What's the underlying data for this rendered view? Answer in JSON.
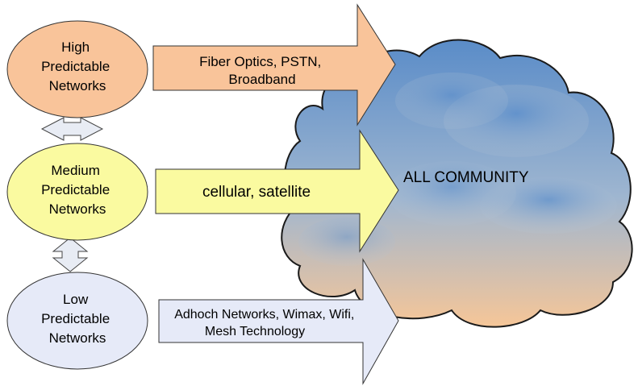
{
  "nodes": {
    "high": {
      "lines": [
        "High",
        "Predictable",
        "Networks"
      ],
      "fill": "#f9c49a"
    },
    "medium": {
      "lines": [
        "Medium",
        "Predictable",
        "Networks"
      ],
      "fill": "#fafaa0"
    },
    "low": {
      "lines": [
        "Low",
        "Predictable",
        "Networks"
      ],
      "fill": "#e6eaf8"
    }
  },
  "arrows": {
    "high": {
      "lines": [
        "Fiber Optics, PSTN,",
        "Broadband"
      ],
      "fill": "#f9c49a"
    },
    "medium": {
      "lines": [
        "cellular, satellite"
      ],
      "fill": "#fafaa0"
    },
    "low": {
      "lines": [
        "Adhoch Networks, Wimax, Wifi,",
        "Mesh Technology"
      ],
      "fill": "#e6eaf8"
    }
  },
  "cloud": {
    "label": "ALL COMMUNITY",
    "top_color": "#5e8fc8",
    "bottom_color": "#f5c89c"
  }
}
